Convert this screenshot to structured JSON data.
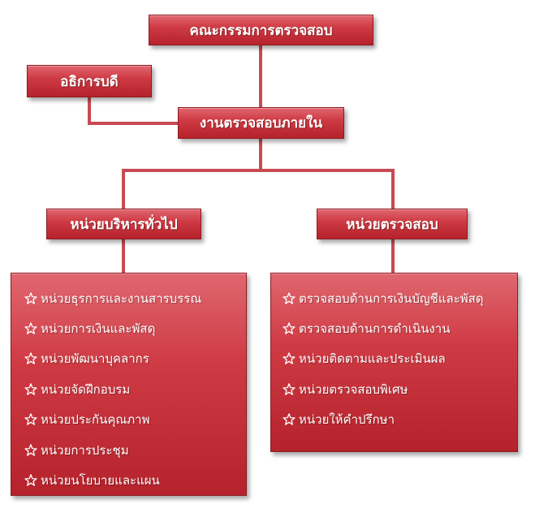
{
  "committee": "คณะกรรมการตรวจสอบ",
  "director": "อธิการบดี",
  "internal_audit": "งานตรวจสอบภายใน",
  "admin_unit": {
    "title": "หน่วยบริหารทั่วไป",
    "items": [
      {
        "label": "หน่วยธุรการและงานสารบรรณ"
      },
      {
        "label": "หน่วยการเงินและพัสดุ"
      },
      {
        "label": "หน่วยพัฒนาบุคลากร"
      },
      {
        "label": "หน่วยจัดฝึกอบรม"
      },
      {
        "label": "หน่วยประกันคุณภาพ"
      },
      {
        "label": "หน่วยการประชุม"
      },
      {
        "label": "หน่วยนโยบายและแผน"
      }
    ]
  },
  "audit_unit": {
    "title": "หน่วยตรวจสอบ",
    "items": [
      {
        "label": "ตรวจสอบด้านการเงินบัญชีและพัสดุ"
      },
      {
        "label": "ตรวจสอบด้านการดำเนินงาน"
      },
      {
        "label": "หน่วยติดตามและประเมินผล"
      },
      {
        "label": "หน่วยตรวจสอบพิเศษ"
      },
      {
        "label": "หน่วยให้คำปรึกษา"
      }
    ]
  },
  "colors": {
    "box": "#cf3b44",
    "connector": "#c84a52",
    "text": "#ffffff"
  },
  "icons": {
    "bullet": "star-outline-icon"
  }
}
